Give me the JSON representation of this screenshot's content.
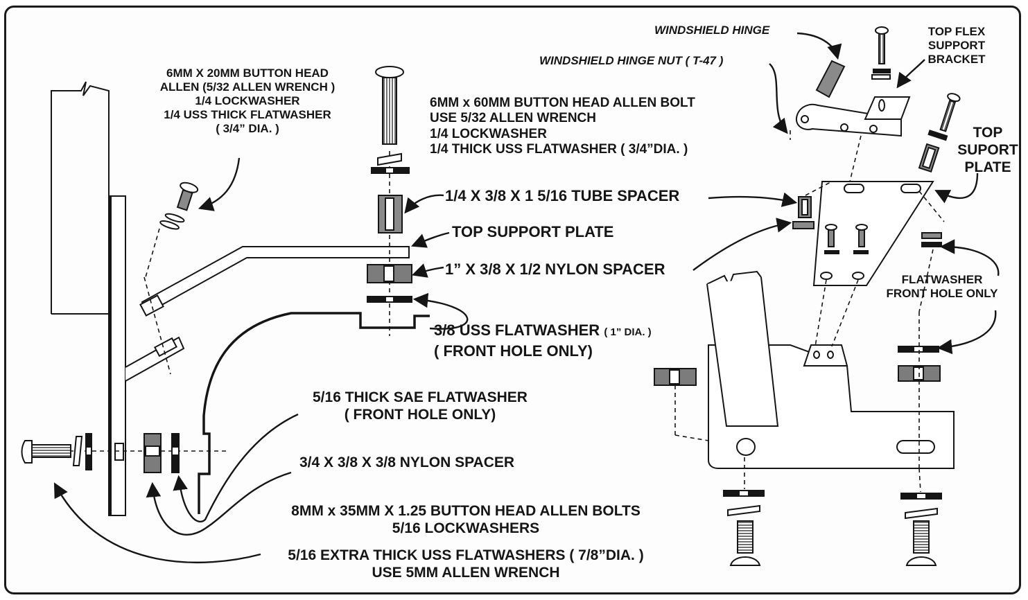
{
  "labels": {
    "bolt_6x20": "6MM X 20MM BUTTON HEAD\nALLEN (5/32 ALLEN WRENCH )\n1/4 LOCKWASHER\n1/4 USS THICK FLATWASHER\n( 3/4” DIA. )",
    "bolt_6x60": "6MM x 60MM BUTTON HEAD ALLEN BOLT\nUSE 5/32 ALLEN WRENCH\n1/4 LOCKWASHER\n1/4 THICK USS FLATWASHER ( 3/4”DIA. )",
    "tube_spacer": "1/4 X 3/8 X 1 5/16 TUBE SPACER",
    "top_support_plate_left": "TOP SUPPORT PLATE",
    "nylon_spacer_1": "1” X 3/8 X 1/2 NYLON SPACER",
    "flatwasher_38": "3/8 USS FLATWASHER",
    "flatwasher_38_dia": "( 1” DIA. )",
    "front_hole_only_1": "( FRONT HOLE ONLY)",
    "sae_flatwasher": "5/16 THICK SAE FLATWASHER\n( FRONT HOLE ONLY)",
    "nylon_spacer_34": "3/4 X 3/8 X 3/8 NYLON SPACER",
    "bolts_8x35": "8MM x 35MM X 1.25 BUTTON HEAD ALLEN BOLTS\n5/16 LOCKWASHERS",
    "extra_thick_flatwashers": "5/16 EXTRA THICK USS FLATWASHERS ( 7/8”DIA. )\nUSE 5MM ALLEN WRENCH",
    "windshield_hinge": "WINDSHIELD HINGE",
    "windshield_hinge_nut": "WINDSHIELD HINGE NUT ( T-47 )",
    "top_flex_bracket": "TOP FLEX\nSUPPORT\nBRACKET",
    "top_support_plate_right": "TOP\nSUPORT\nPLATE",
    "flatwasher_front_hole": "FLATWASHER\nFRONT HOLE ONLY"
  },
  "colors": {
    "ink": "#151515",
    "part_fill": "#8a8a8a",
    "spacer_fill": "#7c7c7c",
    "background": "#ffffff"
  }
}
